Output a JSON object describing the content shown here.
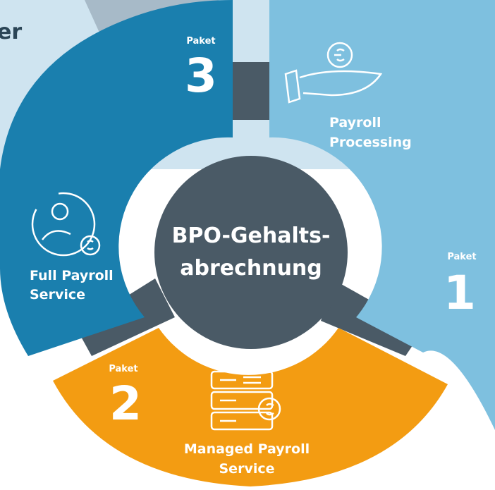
{
  "center": {
    "line1": "BPO-Gehalts-",
    "line2": "abrechnung"
  },
  "background_text": "er",
  "packages": [
    {
      "id": "1",
      "paket_label": "Paket",
      "number": "1",
      "title_line1": "Payroll",
      "title_line2": "Processing",
      "color": "#7ec0df",
      "icon": "hand-coin-icon"
    },
    {
      "id": "2",
      "paket_label": "Paket",
      "number": "2",
      "title_line1": "Managed Payroll",
      "title_line2": "Service",
      "color": "#f39c12",
      "icon": "document-stack-coin-icon"
    },
    {
      "id": "3",
      "paket_label": "Paket",
      "number": "3",
      "title_line1": "Full Payroll",
      "title_line2": "Service",
      "color": "#1a7fae",
      "icon": "people-cycle-coin-icon"
    }
  ],
  "colors": {
    "hub": "#4a5a66",
    "background": "#dbe9f2"
  }
}
